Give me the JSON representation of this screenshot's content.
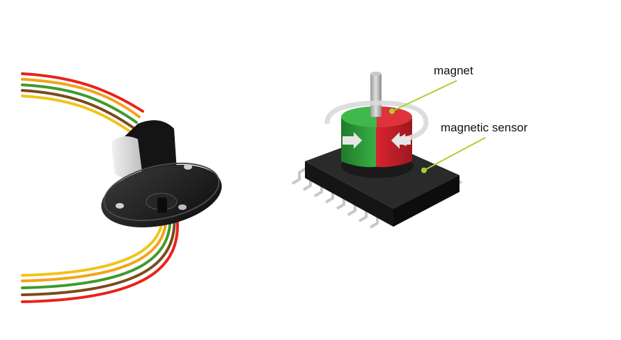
{
  "labels": {
    "magnet": "magnet",
    "sensor": "magnetic sensor"
  },
  "illustrations": {
    "slip_ring": {
      "icon": "slip-ring-photo",
      "housing_color": "#1a1a1a",
      "wire_colors": [
        "#e8231a",
        "#f5a31a",
        "#3f9a2d",
        "#7a4a1e",
        "#f0c419"
      ]
    },
    "magnet_pole_colors": [
      "#2e9b3a",
      "#c91f2a"
    ],
    "chip_color": "#1e1e1e",
    "leader_line_color": "#a6d22e",
    "arrow_color": "#d9d9d9"
  }
}
